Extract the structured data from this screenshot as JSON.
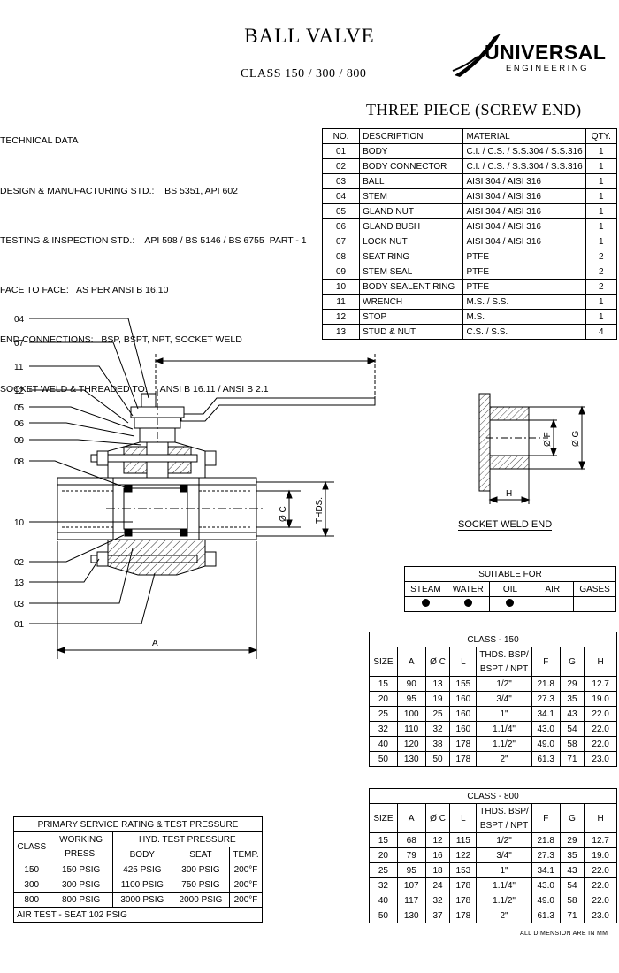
{
  "header": {
    "title": "BALL VALVE",
    "subtitle": "CLASS   150 / 300 / 800",
    "logo_line1": "UNIVERSAL",
    "logo_line2": "ENGINEERING",
    "piece_title": "THREE PIECE (SCREW END)"
  },
  "technical_data": {
    "heading": "TECHNICAL DATA",
    "lines": [
      "DESIGN & MANUFACTURING STD.:    BS 5351, API 602",
      "TESTING & INSPECTION STD.:    API 598 / BS 5146 / BS 6755  PART - 1",
      "FACE TO FACE:   AS PER ANSI B 16.10",
      "END CONNECTIONS:   BSP, BSPT, NPT, SOCKET WELD",
      "SOCKET WELD & THREADED TO:     ANSI B 16.11 / ANSI B 2.1"
    ]
  },
  "parts_table": {
    "headers": [
      "NO.",
      "DESCRIPTION",
      "MATERIAL",
      "QTY."
    ],
    "rows": [
      [
        "01",
        "BODY",
        "C.I. / C.S. / S.S.304 / S.S.316",
        "1"
      ],
      [
        "02",
        "BODY CONNECTOR",
        "C.I. / C.S. / S.S.304 / S.S.316",
        "1"
      ],
      [
        "03",
        "BALL",
        "AISI 304 / AISI 316",
        "1"
      ],
      [
        "04",
        "STEM",
        "AISI 304 / AISI 316",
        "1"
      ],
      [
        "05",
        "GLAND NUT",
        "AISI 304 / AISI 316",
        "1"
      ],
      [
        "06",
        "GLAND BUSH",
        "AISI 304 / AISI 316",
        "1"
      ],
      [
        "07",
        "LOCK NUT",
        "AISI 304 / AISI 316",
        "1"
      ],
      [
        "08",
        "SEAT RING",
        "PTFE",
        "2"
      ],
      [
        "09",
        "STEM SEAL",
        "PTFE",
        "2"
      ],
      [
        "10",
        "BODY SEALENT RING",
        "PTFE",
        "2"
      ],
      [
        "11",
        "WRENCH",
        "M.S. / S.S.",
        "1"
      ],
      [
        "12",
        "STOP",
        "M.S.",
        "1"
      ],
      [
        "13",
        "STUD & NUT",
        "C.S. / S.S.",
        "4"
      ]
    ]
  },
  "drawing": {
    "callouts": [
      "04",
      "07",
      "11",
      "12",
      "05",
      "06",
      "09",
      "08",
      "10",
      "02",
      "13",
      "03",
      "01"
    ],
    "dim_a": "A",
    "dim_c": "Ø C",
    "dim_thds": "THDS.",
    "dim_f": "Ø F",
    "dim_g": "Ø G",
    "dim_h": "H",
    "socket_label": "SOCKET WELD END"
  },
  "suitable_for": {
    "title": "SUITABLE FOR",
    "media": [
      "STEAM",
      "WATER",
      "OIL",
      "AIR",
      "GASES"
    ],
    "suitable": [
      true,
      true,
      true,
      false,
      false
    ]
  },
  "class150": {
    "title": "CLASS - 150",
    "headers": [
      "SIZE",
      "A",
      "Ø C",
      "L",
      "THDS. BSP/",
      "F",
      "G",
      "H"
    ],
    "headers2": [
      "",
      "",
      "",
      "",
      "BSPT / NPT",
      "",
      "",
      ""
    ],
    "rows": [
      [
        "15",
        "90",
        "13",
        "155",
        "1/2\"",
        "21.8",
        "29",
        "12.7"
      ],
      [
        "20",
        "95",
        "19",
        "160",
        "3/4\"",
        "27.3",
        "35",
        "19.0"
      ],
      [
        "25",
        "100",
        "25",
        "160",
        "1\"",
        "34.1",
        "43",
        "22.0"
      ],
      [
        "32",
        "110",
        "32",
        "160",
        "1.1/4\"",
        "43.0",
        "54",
        "22.0"
      ],
      [
        "40",
        "120",
        "38",
        "178",
        "1.1/2\"",
        "49.0",
        "58",
        "22.0"
      ],
      [
        "50",
        "130",
        "50",
        "178",
        "2\"",
        "61.3",
        "71",
        "23.0"
      ]
    ]
  },
  "class800": {
    "title": "CLASS - 800",
    "headers": [
      "SIZE",
      "A",
      "Ø C",
      "L",
      "THDS. BSP/",
      "F",
      "G",
      "H"
    ],
    "headers2": [
      "",
      "",
      "",
      "",
      "BSPT / NPT",
      "",
      "",
      ""
    ],
    "rows": [
      [
        "15",
        "68",
        "12",
        "115",
        "1/2\"",
        "21.8",
        "29",
        "12.7"
      ],
      [
        "20",
        "79",
        "16",
        "122",
        "3/4\"",
        "27.3",
        "35",
        "19.0"
      ],
      [
        "25",
        "95",
        "18",
        "153",
        "1\"",
        "34.1",
        "43",
        "22.0"
      ],
      [
        "32",
        "107",
        "24",
        "178",
        "1.1/4\"",
        "43.0",
        "54",
        "22.0"
      ],
      [
        "40",
        "117",
        "32",
        "178",
        "1.1/2\"",
        "49.0",
        "58",
        "22.0"
      ],
      [
        "50",
        "130",
        "37",
        "178",
        "2\"",
        "61.3",
        "71",
        "23.0"
      ]
    ]
  },
  "pressure_table": {
    "title": "PRIMARY SERVICE RATING & TEST PRESSURE",
    "h_class": "CLASS",
    "h_working": "WORKING",
    "h_press": "PRESS.",
    "h_hyd": "HYD. TEST  PRESSURE",
    "h_body": "BODY",
    "h_seat": "SEAT",
    "h_temp": "TEMP.",
    "rows": [
      [
        "150",
        "150  PSIG",
        "425  PSIG",
        "300  PSIG",
        "200°F"
      ],
      [
        "300",
        "300  PSIG",
        "1100  PSIG",
        "750  PSIG",
        "200°F"
      ],
      [
        "800",
        "800  PSIG",
        "3000  PSIG",
        "2000  PSIG",
        "200°F"
      ]
    ],
    "air_test": "AIR TEST - SEAT    102  PSIG"
  },
  "footer_note": "ALL  DIMENSION  ARE  IN  MM"
}
